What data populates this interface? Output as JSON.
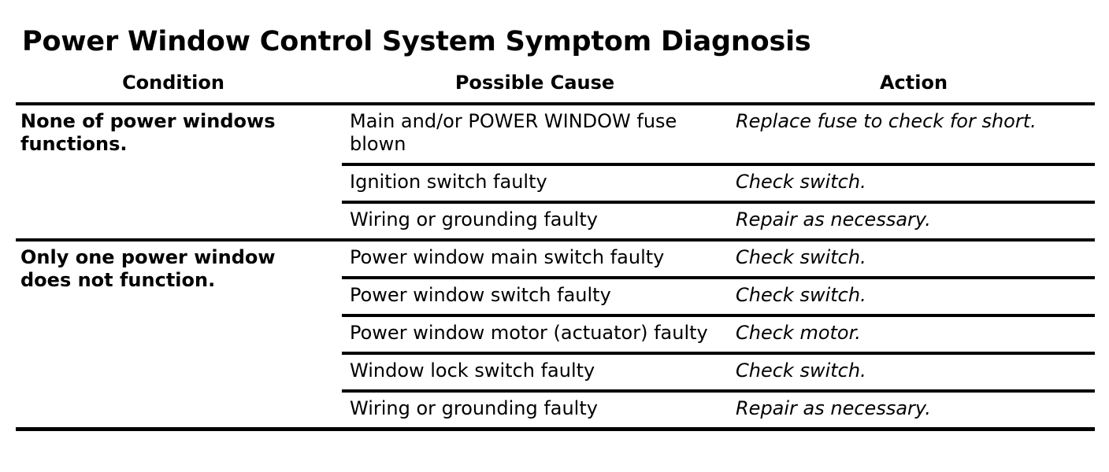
{
  "document": {
    "title": "Power Window Control System Symptom Diagnosis"
  },
  "table": {
    "columns": [
      {
        "key": "condition",
        "label": "Condition"
      },
      {
        "key": "cause",
        "label": "Possible Cause"
      },
      {
        "key": "action",
        "label": "Action"
      }
    ],
    "groups": [
      {
        "condition": "None of power windows functions.",
        "rows": [
          {
            "cause": "Main and/or POWER WINDOW fuse blown",
            "action": "Replace fuse to check for short."
          },
          {
            "cause": "Ignition switch faulty",
            "action": "Check switch."
          },
          {
            "cause": "Wiring or grounding faulty",
            "action": "Repair as necessary."
          }
        ]
      },
      {
        "condition": "Only one power window does not function.",
        "rows": [
          {
            "cause": "Power window main switch faulty",
            "action": "Check switch."
          },
          {
            "cause": "Power window switch faulty",
            "action": "Check switch."
          },
          {
            "cause": "Power window motor (actuator) faulty",
            "action": "Check motor."
          },
          {
            "cause": "Window lock switch faulty",
            "action": "Check switch."
          },
          {
            "cause": "Wiring or grounding faulty",
            "action": "Repair as necessary."
          }
        ]
      }
    ]
  },
  "style": {
    "text_color": "#000000",
    "background_color": "#ffffff",
    "rule_color": "#000000"
  }
}
